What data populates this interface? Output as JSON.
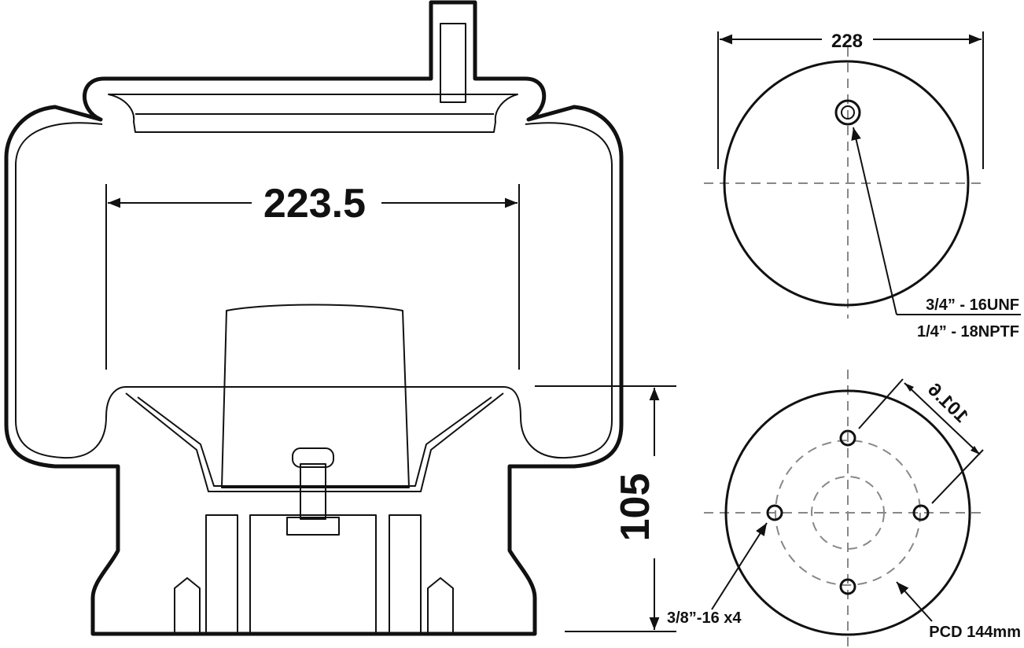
{
  "dimensions": {
    "bellows_width": "223.5",
    "height": "105",
    "top_diameter": "228",
    "bolt_spacing": "101.6"
  },
  "callouts": {
    "top_thread_1": "3/4” - 16UNF",
    "top_thread_2": "1/4” - 18NPTF",
    "bolt_thread": "3/8”-16 x4",
    "pcd": "PCD 144mm"
  }
}
